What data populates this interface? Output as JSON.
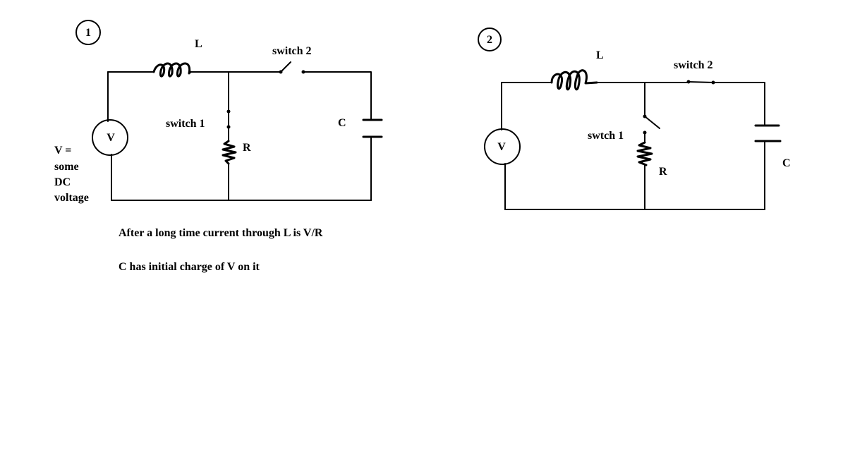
{
  "circuit1": {
    "number": "1",
    "inductor_label": "L",
    "switch2_label": "switch 2",
    "switch1_label": "switch 1",
    "resistor_label": "R",
    "capacitor_label": "C",
    "source_label": "V",
    "source_note": [
      "V =",
      "some",
      "DC",
      "voltage"
    ],
    "switch1_state": "closed",
    "switch2_state": "open"
  },
  "circuit2": {
    "number": "2",
    "inductor_label": "L",
    "switch2_label": "switch 2",
    "switch1_label": "swtch 1",
    "resistor_label": "R",
    "capacitor_label": "C",
    "source_label": "V",
    "switch1_state": "open",
    "switch2_state": "closed"
  },
  "notes": [
    "After a long time current through L is V/R",
    "C has initial charge of V on it"
  ]
}
